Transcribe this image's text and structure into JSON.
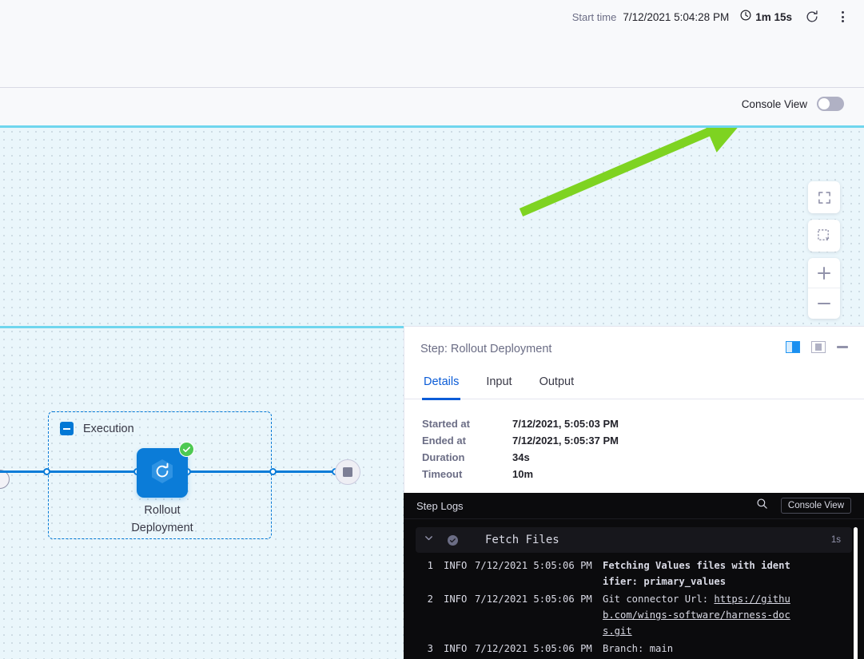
{
  "header": {
    "start_time_label": "Start time",
    "start_time_value": "7/12/2021 5:04:28 PM",
    "duration": "1m 15s",
    "refresh_icon": "refresh-icon",
    "more_icon": "more-vertical-icon"
  },
  "console_bar": {
    "label": "Console View",
    "toggle_state": "off"
  },
  "canvas": {
    "controls": [
      {
        "name": "fit-to-screen-icon"
      },
      {
        "name": "selection-box-icon"
      },
      {
        "name": "zoom-in-icon"
      },
      {
        "name": "zoom-out-icon"
      }
    ],
    "group": {
      "title": "Execution"
    },
    "step": {
      "label_line1": "Rollout",
      "label_line2": "Deployment",
      "status": "success",
      "icon": "rollout-deployment-icon"
    },
    "end_node": "stop-icon",
    "accent_color": "#0b7cd8",
    "success_color": "#4dc952",
    "annotation_arrow_color": "#7ed321"
  },
  "detail_panel": {
    "title": "Step: Rollout Deployment",
    "view_icons": [
      "split-view-icon",
      "panel-view-icon",
      "minimize-icon"
    ],
    "tabs": [
      {
        "label": "Details",
        "active": true
      },
      {
        "label": "Input",
        "active": false
      },
      {
        "label": "Output",
        "active": false
      }
    ],
    "fields": [
      {
        "key": "Started at",
        "value": "7/12/2021, 5:05:03 PM"
      },
      {
        "key": "Ended at",
        "value": "7/12/2021, 5:05:37 PM"
      },
      {
        "key": "Duration",
        "value": "34s"
      },
      {
        "key": "Timeout",
        "value": "10m"
      }
    ]
  },
  "logs": {
    "title": "Step Logs",
    "search_icon": "search-icon",
    "console_view_button": "Console View",
    "section": {
      "name": "Fetch Files",
      "duration": "1s",
      "status": "success",
      "expanded": true
    },
    "lines": [
      {
        "no": "1",
        "level": "INFO",
        "timestamp": "7/12/2021 5:05:06 PM",
        "message": "Fetching Values files with identifier: primary_values",
        "bold": true
      },
      {
        "no": "2",
        "level": "INFO",
        "timestamp": "7/12/2021 5:05:06 PM",
        "message_prefix": "Git connector Url: ",
        "message_link": "https://github.com/wings-software/harness-docs.git",
        "bold": false
      },
      {
        "no": "3",
        "level": "INFO",
        "timestamp": "7/12/2021 5:05:06 PM",
        "message": "Branch: main",
        "bold": false
      }
    ]
  }
}
